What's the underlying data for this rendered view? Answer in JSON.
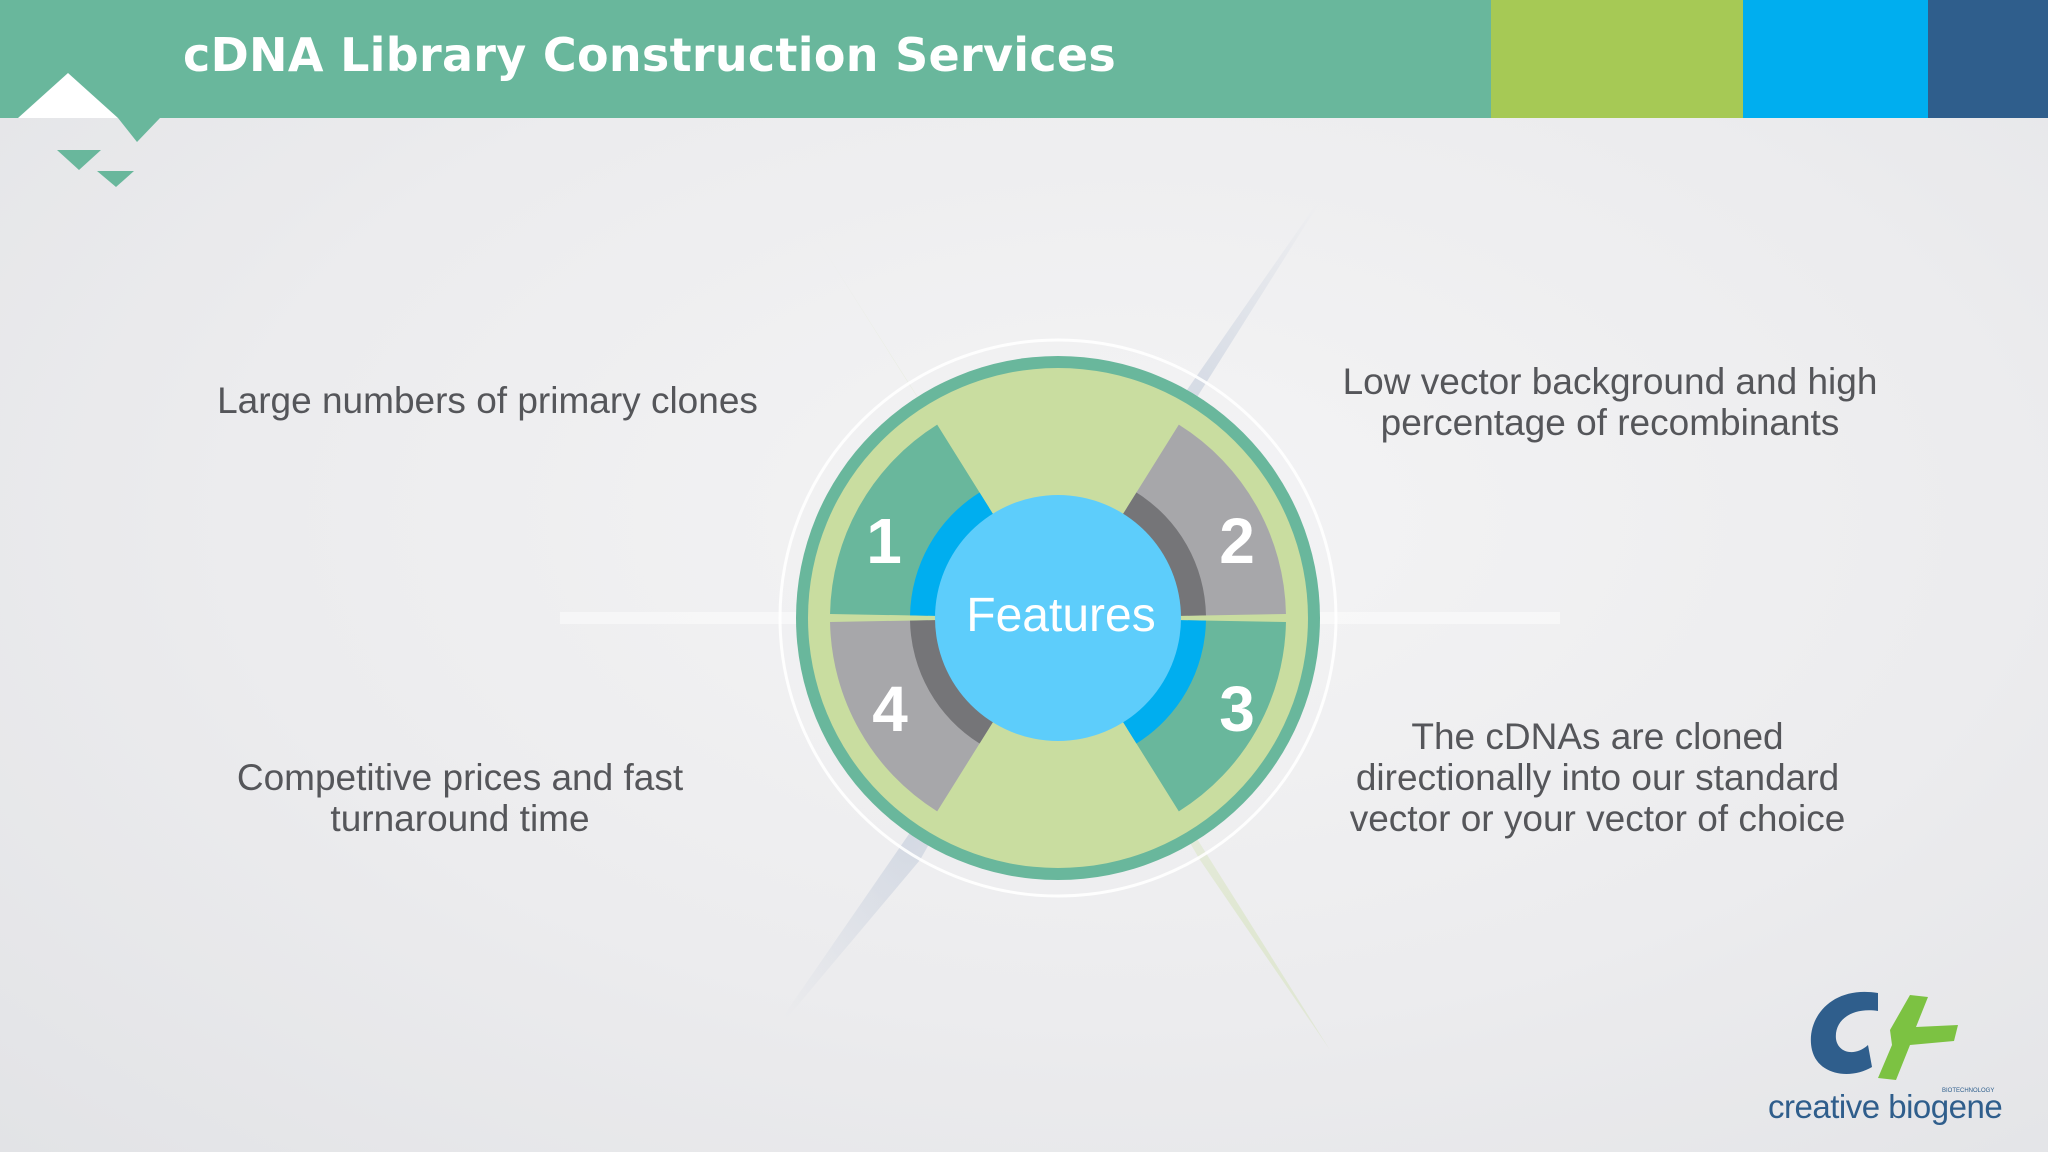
{
  "header": {
    "title": "cDNA Library Construction Services"
  },
  "colors": {
    "header": "#69b79c",
    "green_light": "#a6c955",
    "cyan": "#00aeef",
    "navy": "#2f5e8c",
    "center": "#5dcdfb",
    "gray": "#a7a7aa"
  },
  "diagram": {
    "center_label": "Features",
    "numbers": [
      "1",
      "2",
      "3",
      "4"
    ],
    "features": [
      "Large numbers of primary clones",
      "Low vector background and high\npercentage of recombinants",
      "The cDNAs are cloned\ndirectionally into our standard\nvector or your vector of choice",
      "Competitive prices and fast\nturnaround time"
    ]
  },
  "logo": {
    "name": "creative biogene",
    "sub": "BIOTECHNOLOGY"
  }
}
